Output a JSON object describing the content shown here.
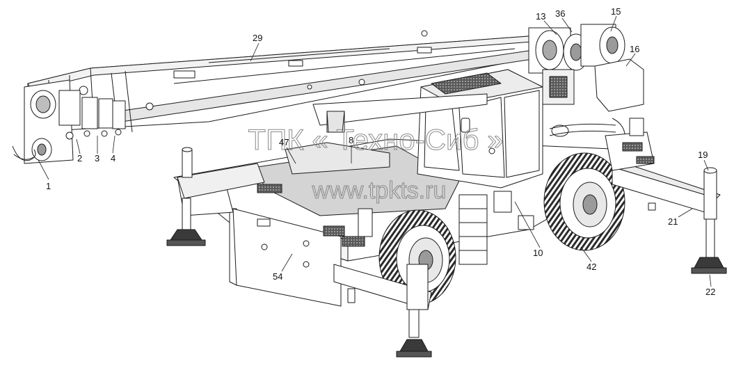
{
  "watermark": {
    "line1": "ТПК « Техно-Сиб »",
    "line2": "www.tpkts.ru"
  },
  "callouts": {
    "c1": "1",
    "c2": "2",
    "c3": "3",
    "c4": "4",
    "c8": "8",
    "c10": "10",
    "c13": "13",
    "c15": "15",
    "c16": "16",
    "c19": "19",
    "c21": "21",
    "c22": "22",
    "c29": "29",
    "c36": "36",
    "c42": "42",
    "c47": "47",
    "c54": "54"
  },
  "colors": {
    "line": "#1a1a1a",
    "shade": "#cfcfcf",
    "dark": "#3a3a3a"
  }
}
